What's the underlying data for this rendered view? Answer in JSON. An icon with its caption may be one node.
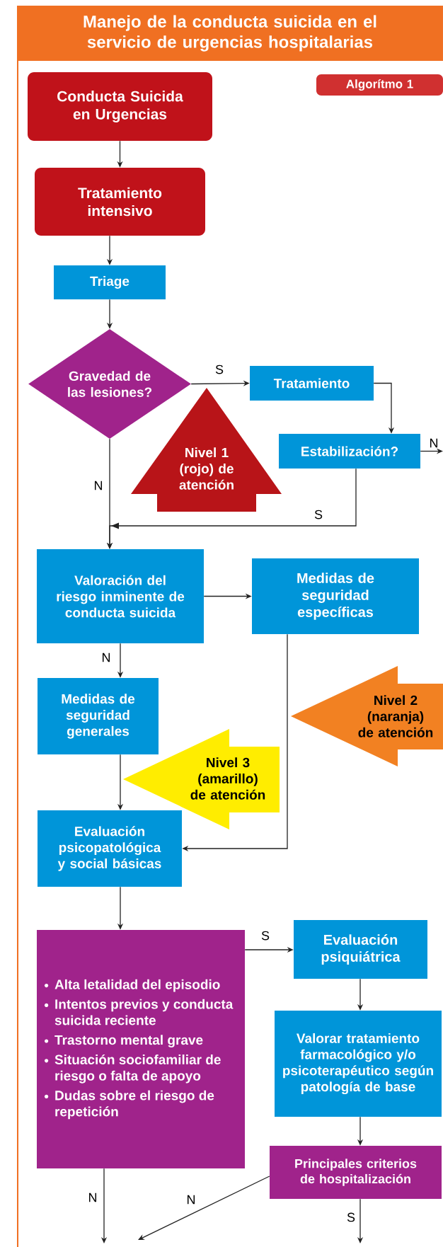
{
  "diagram": {
    "title": "Manejo de la conducta suicida en el servicio de urgencias hospitalarias",
    "nodes": [
      {
        "text": [
          "Conducta Suicida en Urgencias"
        ]
      },
      {
        "text": [
          "Algorítmo 1"
        ]
      },
      {
        "text": [
          "Tratamiento intensivo"
        ]
      },
      {
        "text": [
          "Triage"
        ]
      },
      {
        "text": [
          "Gravedad de las lesiones?"
        ]
      },
      {
        "text": [
          "Tratamiento"
        ]
      },
      {
        "text": [
          "Nivel 1 (rojo) de atención"
        ]
      },
      {
        "text": [
          "Estabilización?"
        ]
      },
      {
        "text": [
          "Valoración del riesgo inminente de conducta suicida"
        ]
      },
      {
        "text": [
          "Medidas de seguridad específicas"
        ]
      },
      {
        "text": [
          "Medidas de seguridad generales"
        ]
      },
      {
        "text": [
          "Nivel 2 (naranja) de atención"
        ]
      },
      {
        "text": [
          "Nivel 3 (amarillo) de atención"
        ]
      },
      {
        "text": [
          "Evaluación psicopatológica y social básicas"
        ]
      },
      {
        "text": [
          "Alta letalidad del episodio",
          "Intentos previos y conducta suicida reciente",
          "Trastorno mental grave",
          "Situación sociofamiliar de riesgo o falta de apoyo",
          "Dudas sobre el riesgo de repetición"
        ]
      },
      {
        "text": [
          "Evaluación psiquiátrica"
        ]
      },
      {
        "text": [
          "Valorar tratamiento farmacológico y/o psicoterapéutico según patología de base"
        ]
      },
      {
        "text": [
          "Principales criterios de hospitalización"
        ]
      }
    ],
    "edges": [
      {
        "from": 0,
        "to": 2,
        "arrow": "to"
      },
      {
        "from": 2,
        "to": 3,
        "arrow": "to"
      },
      {
        "from": 3,
        "to": 4,
        "arrow": "to"
      },
      {
        "from": 4,
        "to": 5,
        "arrow": "to",
        "label": "S"
      },
      {
        "from": 5,
        "to": 7,
        "arrow": "to"
      },
      {
        "from": 7,
        "to": null,
        "arrow": "to",
        "label": "N"
      },
      {
        "from": 4,
        "to": 8,
        "arrow": "to",
        "label": "N"
      },
      {
        "from": 7,
        "to": 8,
        "arrow": "to",
        "label": "S"
      },
      {
        "from": 8,
        "to": 9,
        "arrow": "to"
      },
      {
        "from": 8,
        "to": 10,
        "arrow": "to",
        "label": "N"
      },
      {
        "from": 9,
        "to": 13,
        "arrow": "to"
      },
      {
        "from": 10,
        "to": 13,
        "arrow": "to"
      },
      {
        "from": 13,
        "to": 14,
        "arrow": "to"
      },
      {
        "from": 14,
        "to": 15,
        "arrow": "to",
        "label": "S"
      },
      {
        "from": 15,
        "to": 16,
        "arrow": "to"
      },
      {
        "from": 16,
        "to": 17,
        "arrow": "to"
      },
      {
        "from": 14,
        "to": null,
        "arrow": "to",
        "label": "N"
      },
      {
        "from": 17,
        "to": null,
        "arrow": "to",
        "label": "N"
      },
      {
        "from": 17,
        "to": null,
        "arrow": "to",
        "label": "S"
      }
    ]
  }
}
